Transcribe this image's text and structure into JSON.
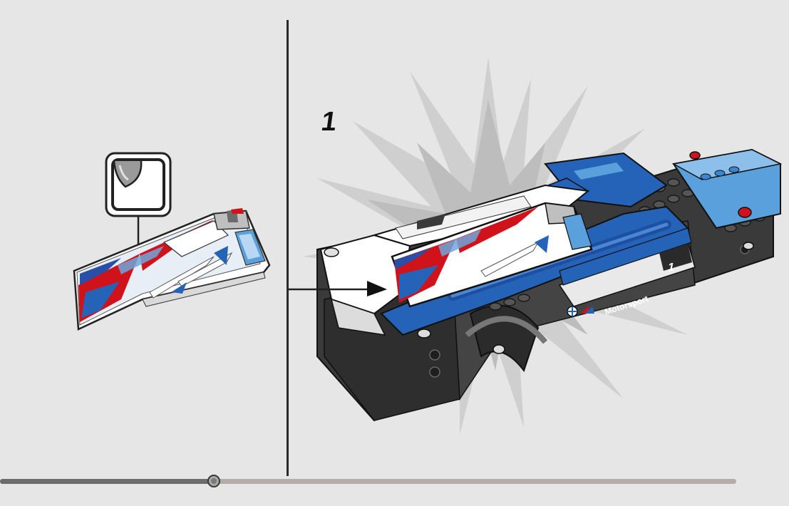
{
  "step": {
    "number": "1"
  },
  "car": {
    "badge": "Motorsport",
    "race_number": "1"
  },
  "progress": {
    "value": 0.29
  },
  "colors": {
    "background": "#e6e6e6",
    "red": "#d0121b",
    "blue": "#2563b8",
    "light_blue": "#5aa0dd",
    "dark_grey": "#3a3a3a",
    "white": "#ffffff"
  },
  "icons": {
    "sticker": "sticker-icon"
  }
}
